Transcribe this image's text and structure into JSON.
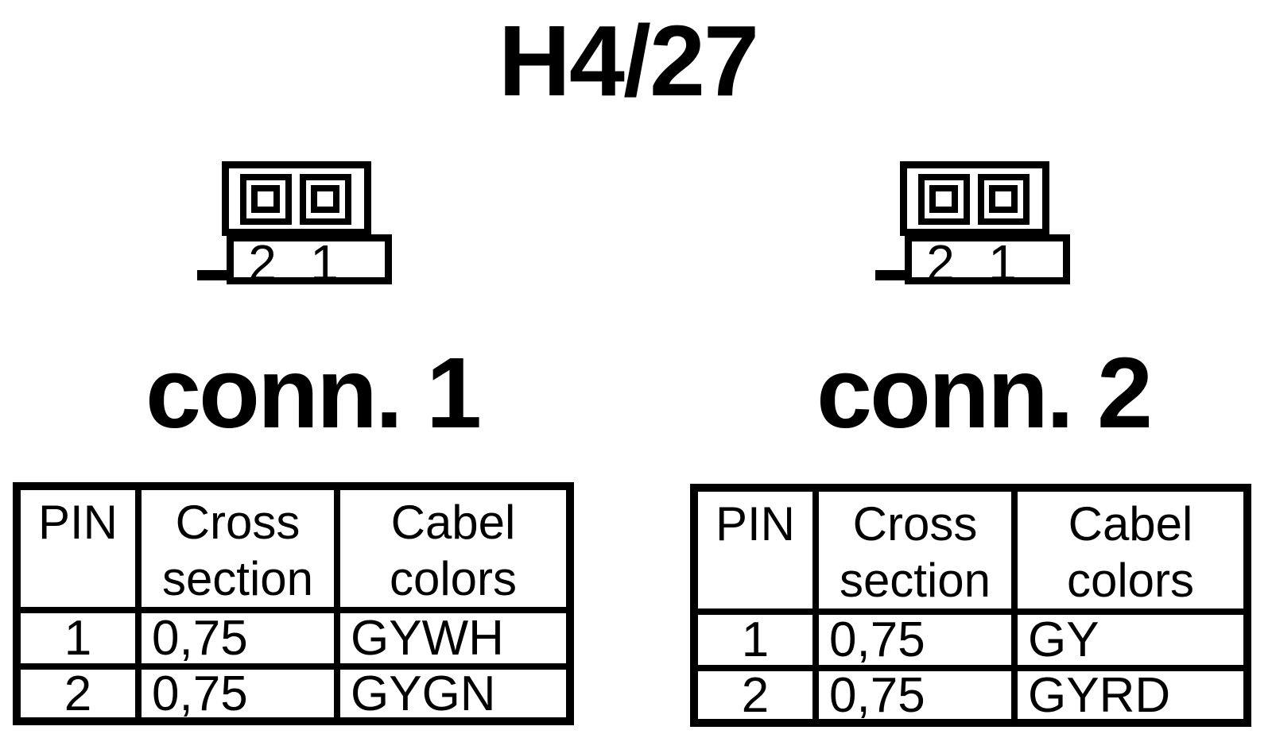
{
  "title": "H4/27",
  "colors": {
    "ink": "#000000",
    "background": "#ffffff"
  },
  "connectors": [
    {
      "name": "conn. 1",
      "pin_labels": [
        "2",
        "1"
      ],
      "table": {
        "headers": [
          "PIN",
          "Cross section",
          "Cabel colors"
        ],
        "rows": [
          {
            "pin": "1",
            "cross_section": "0,75",
            "cable_color": "GYWH"
          },
          {
            "pin": "2",
            "cross_section": "0,75",
            "cable_color": "GYGN"
          }
        ]
      }
    },
    {
      "name": "conn. 2",
      "pin_labels": [
        "2",
        "1"
      ],
      "table": {
        "headers": [
          "PIN",
          "Cross section",
          "Cabel colors"
        ],
        "rows": [
          {
            "pin": "1",
            "cross_section": "0,75",
            "cable_color": "GY"
          },
          {
            "pin": "2",
            "cross_section": "0,75",
            "cable_color": "GYRD"
          }
        ]
      }
    }
  ]
}
